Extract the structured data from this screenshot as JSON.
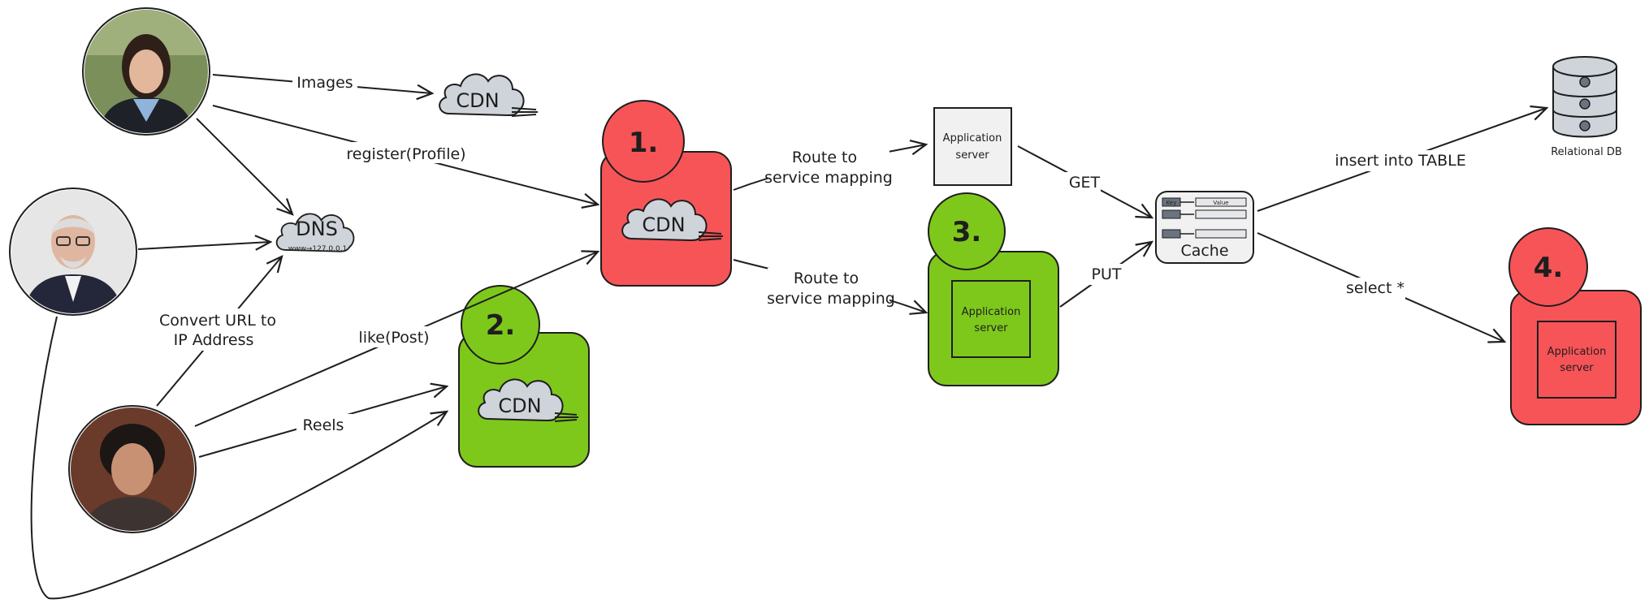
{
  "labels": {
    "images": "Images",
    "register_profile": "register(Profile)",
    "convert_url": [
      "Convert URL to",
      "IP Address"
    ],
    "like_post": "like(Post)",
    "reels": "Reels",
    "route_to_1": [
      "Route to",
      "service mapping"
    ],
    "route_to_2": [
      "Route to",
      "service mapping"
    ],
    "get": "GET",
    "put": "PUT",
    "insert_into_table": "insert into TABLE",
    "select_star": "select *"
  },
  "nodes": {
    "cdn_images": "CDN",
    "dns": "DNS",
    "dns_ip": "www→127.0.0.1",
    "cdn_1": "CDN",
    "cdn_2": "CDN",
    "app_server_plain": [
      "Application",
      "server"
    ],
    "app_server_3": [
      "Application",
      "server"
    ],
    "app_server_4": [
      "Application",
      "server"
    ],
    "cache": "Cache",
    "cache_key": "Key",
    "cache_value": "Value",
    "relational_db": "Relational DB"
  },
  "badges": {
    "b1": "1.",
    "b2": "2.",
    "b3": "3.",
    "b4": "4."
  },
  "colors": {
    "red": "#f75458",
    "green": "#7ec81c",
    "cloud_fill": "#cfd4da",
    "stroke": "#1e1e1e"
  }
}
